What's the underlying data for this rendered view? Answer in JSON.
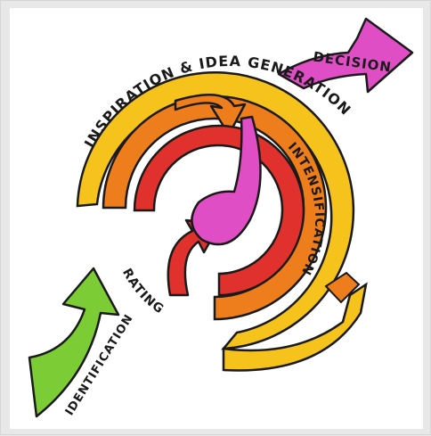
{
  "labels": {
    "inspiration": "INSPIRATION & IDEA GENERATION",
    "decision": "DECISION",
    "intensification": "INTENSIFICATION",
    "rating": "RATING",
    "identification": "IDENTIFICATION"
  },
  "colors": {
    "background": "#e8e8e8",
    "paper": "#ffffff",
    "yellow": "#f6c21c",
    "orange": "#ee7d1c",
    "red": "#e0312c",
    "magenta": "#e04ec6",
    "green": "#7ccc36",
    "outline": "#1a1a1a"
  }
}
